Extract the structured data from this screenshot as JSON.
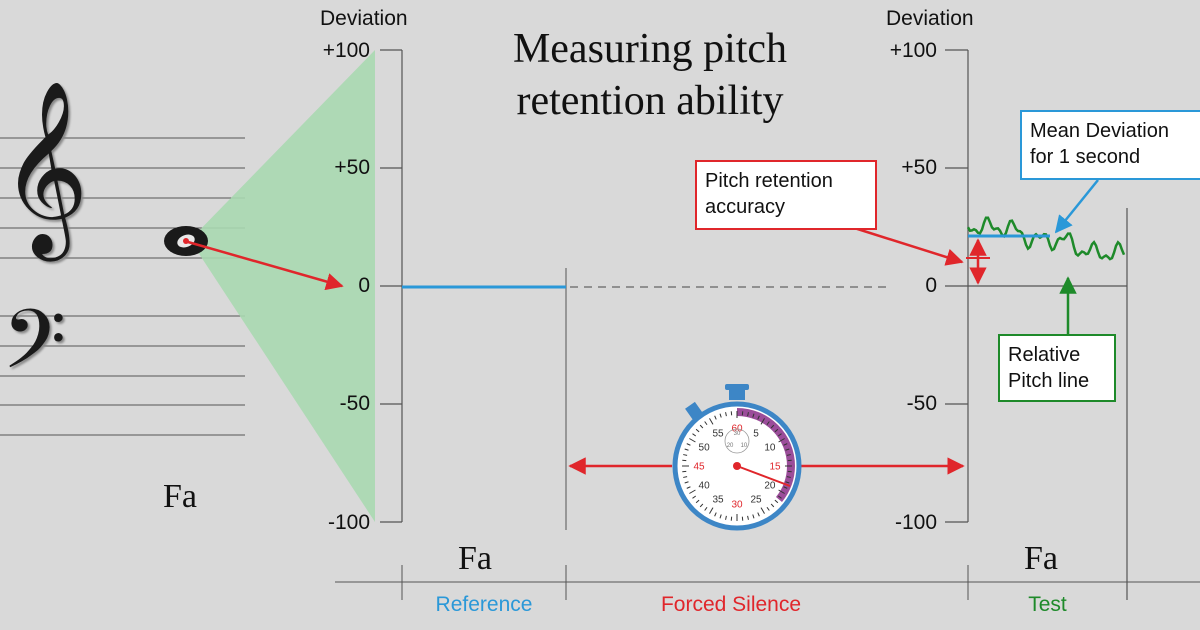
{
  "title": {
    "line1": "Measuring pitch",
    "line2": "retention ability"
  },
  "axes": {
    "left_label": "Deviation",
    "right_label": "Deviation",
    "ticks": [
      "+100",
      "+50",
      "0",
      "-50",
      "-100"
    ]
  },
  "note_name": "Fa",
  "clefs": {
    "treble": "𝄞",
    "bass": "𝄢"
  },
  "annotations": {
    "retention_accuracy": "Pitch retention\naccuracy",
    "mean_deviation": "Mean Deviation\nfor 1 second",
    "relative_pitch": "Relative\nPitch line"
  },
  "sections": {
    "reference": {
      "label": "Reference",
      "note": "Fa"
    },
    "silence": {
      "label": "Forced Silence"
    },
    "test": {
      "label": "Test",
      "note": "Fa"
    }
  },
  "stopwatch": {
    "outer_numbers": [
      "5",
      "10",
      "15",
      "20",
      "25",
      "30",
      "35",
      "40",
      "45",
      "50",
      "55",
      "60"
    ],
    "red_numbers": [
      "15",
      "30",
      "45",
      "60"
    ],
    "inner_numbers": [
      "10",
      "20",
      "30"
    ]
  },
  "colors": {
    "background": "#d9d9d9",
    "reference_blue": "#2a98d8",
    "silence_red": "#e0262b",
    "test_green": "#1e8a2a",
    "cone_green": "#a8d8b0",
    "stopwatch_blue": "#3d86c6",
    "stopwatch_purple": "#9b4d9a"
  }
}
